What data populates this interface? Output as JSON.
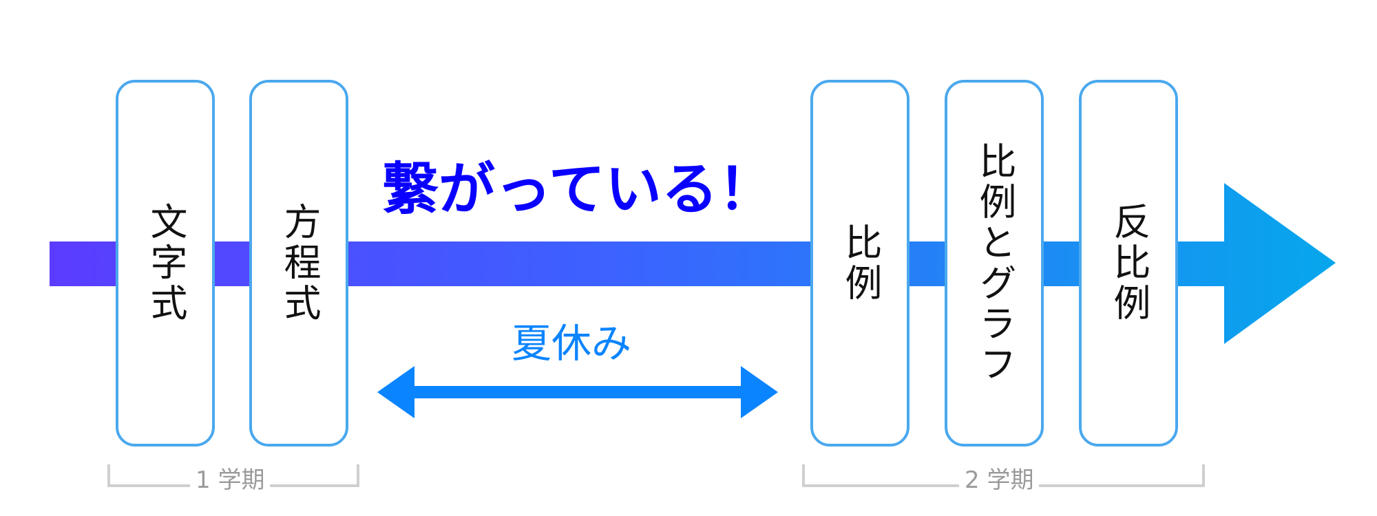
{
  "cards": [
    {
      "label": "文字式"
    },
    {
      "label": "方程式"
    },
    {
      "label": "比例"
    },
    {
      "label": "比例とグラフ"
    },
    {
      "label": "反比例"
    }
  ],
  "headline": "繋がっている！",
  "summer": {
    "label": "夏休み"
  },
  "terms": [
    {
      "label": "1 学期"
    },
    {
      "label": "2 学期"
    }
  ],
  "colors": {
    "flow_start": "#5b3cff",
    "flow_end": "#06a7ec",
    "card_border": "#4aa8ee",
    "headline": "#0a00ff",
    "summer": "#0a84ff",
    "bracket": "#cfcfcf",
    "term_text": "#9a9a9a"
  }
}
